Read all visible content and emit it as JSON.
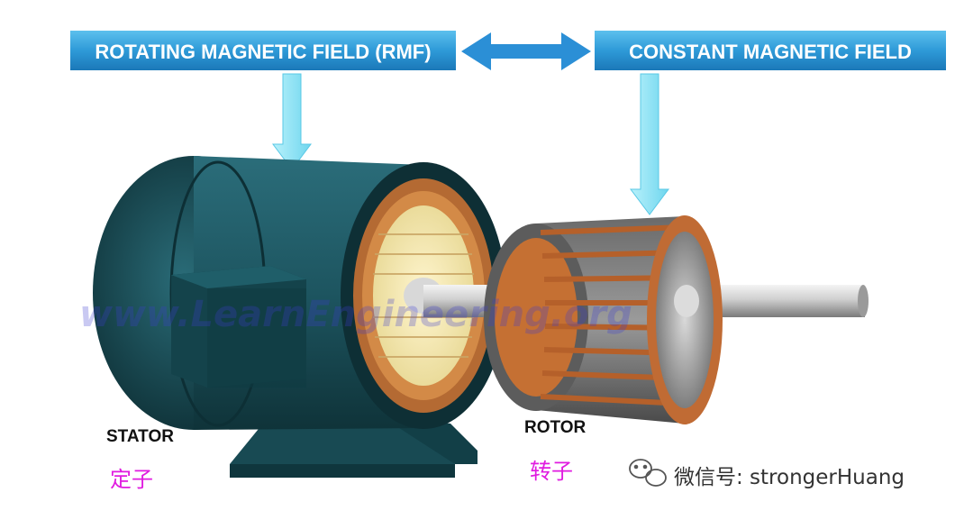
{
  "banners": {
    "rmf": "ROTATING MAGNETIC FIELD (RMF)",
    "constant": "CONSTANT  MAGNETIC FIELD"
  },
  "labels": {
    "stator": "STATOR",
    "stator_cn": "定子",
    "rotor": "ROTOR",
    "rotor_cn": "转子"
  },
  "watermark": "www.LearnEngineering.org",
  "wechat": "微信号: strongerHuang",
  "colors": {
    "banner": "#2e9ad8",
    "arrow": "#8fe4f5",
    "housing": "#1d5560",
    "copper": "#c8743a",
    "cn_label": "#e01be0"
  },
  "icons": {
    "wechat": "wechat-icon"
  }
}
